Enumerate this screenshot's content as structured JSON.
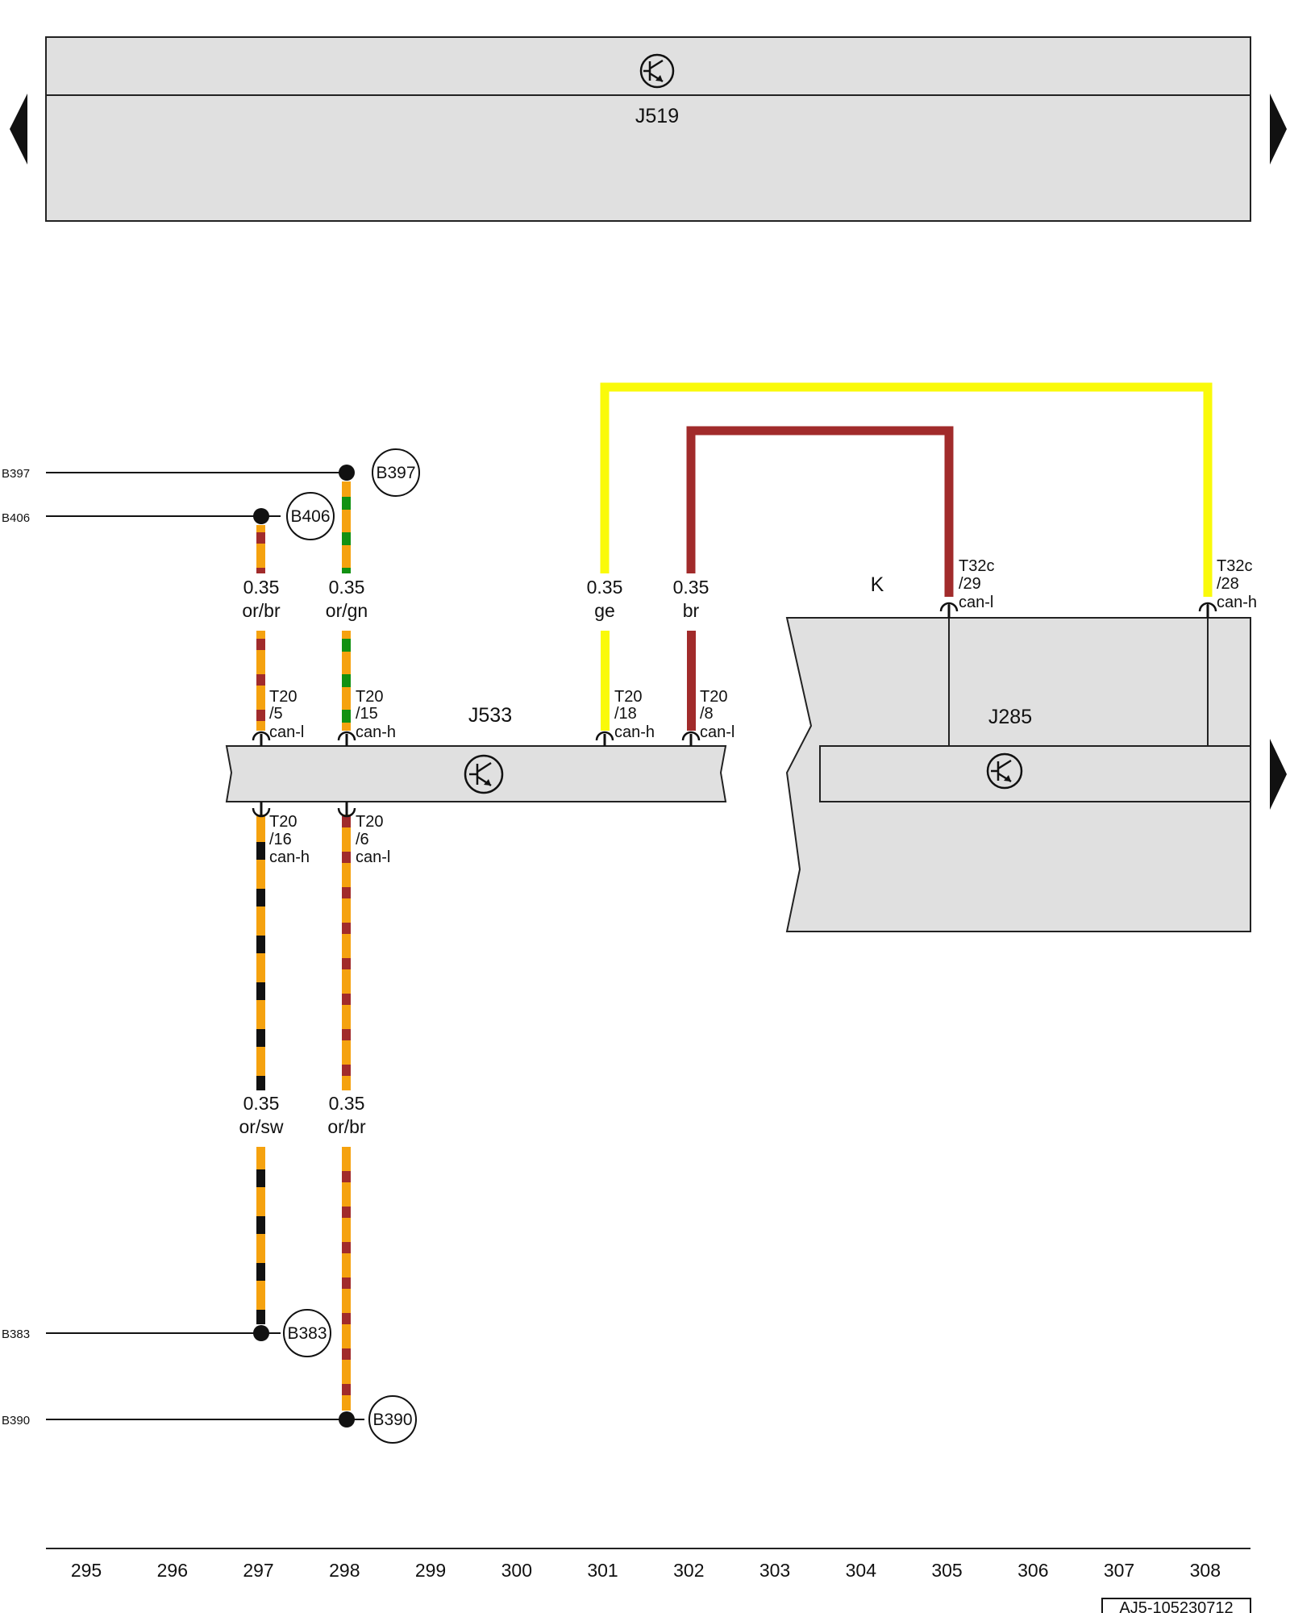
{
  "top_module": {
    "id": "J519"
  },
  "modules": {
    "j533": {
      "id": "J533"
    },
    "j285": {
      "id": "J285"
    },
    "k": {
      "id": "K"
    }
  },
  "wire_labels": {
    "w297_top": {
      "size": "0.35",
      "color": "or/br"
    },
    "w298_top": {
      "size": "0.35",
      "color": "or/gn"
    },
    "w301": {
      "size": "0.35",
      "color": "ge"
    },
    "w302": {
      "size": "0.35",
      "color": "br"
    },
    "w297_bot": {
      "size": "0.35",
      "color": "or/sw"
    },
    "w298_bot": {
      "size": "0.35",
      "color": "or/br"
    }
  },
  "connectors": {
    "c1": {
      "plug": "T20",
      "pin": "/5",
      "signal": "can-l"
    },
    "c2": {
      "plug": "T20",
      "pin": "/15",
      "signal": "can-h"
    },
    "c3": {
      "plug": "T20",
      "pin": "/18",
      "signal": "can-h"
    },
    "c4": {
      "plug": "T20",
      "pin": "/8",
      "signal": "can-l"
    },
    "c5": {
      "plug": "T20",
      "pin": "/16",
      "signal": "can-h"
    },
    "c6": {
      "plug": "T20",
      "pin": "/6",
      "signal": "can-l"
    },
    "c7": {
      "plug": "T32c",
      "pin": "/29",
      "signal": "can-l"
    },
    "c8": {
      "plug": "T32c",
      "pin": "/28",
      "signal": "can-h"
    }
  },
  "bus_refs": {
    "b397": {
      "left": "B397",
      "badge": "B397"
    },
    "b406": {
      "left": "B406",
      "badge": "B406"
    },
    "b383": {
      "left": "B383",
      "badge": "B383"
    },
    "b390": {
      "left": "B390",
      "badge": "B390"
    }
  },
  "page_numbers": [
    "295",
    "296",
    "297",
    "298",
    "299",
    "300",
    "301",
    "302",
    "303",
    "304",
    "305",
    "306",
    "307",
    "308"
  ],
  "doc_id": "AJ5-105230712",
  "colors": {
    "or": "#f5a20f",
    "br": "#a12b2b",
    "gn": "#129112",
    "sw": "#111111",
    "ge": "#fafa0a",
    "module_fill": "#e0e0e0"
  },
  "icons": {
    "ecu": "transistor-icon",
    "nav_left": "arrow-left-icon",
    "nav_right": "arrow-right-icon"
  }
}
